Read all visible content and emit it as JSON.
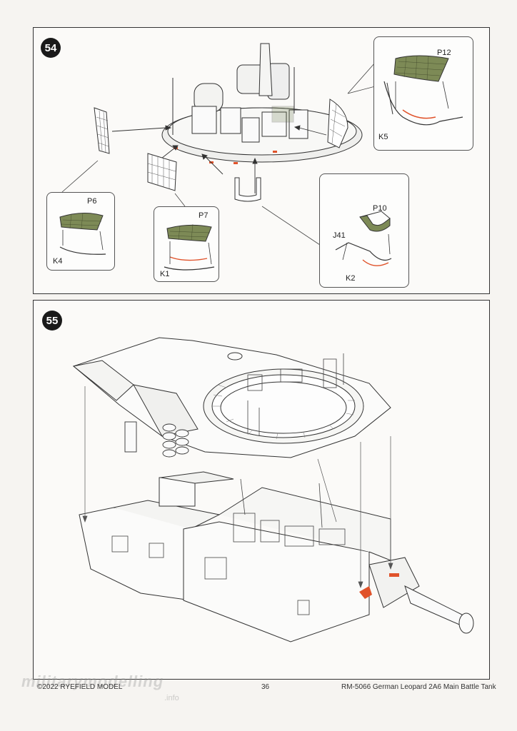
{
  "steps": [
    {
      "number": "54",
      "callouts": [
        {
          "part_top": "P12",
          "part_bottom": "K5"
        },
        {
          "part_top": "P6",
          "part_bottom": "K4"
        },
        {
          "part_top": "P7",
          "part_bottom": "K1"
        },
        {
          "part_top": "P10",
          "part_mid": "J41",
          "part_bottom": "K2"
        }
      ]
    },
    {
      "number": "55"
    }
  ],
  "footer": {
    "copyright": "©2022 RYEFIELD MODEL",
    "page_number": "36",
    "title": "RM-5066 German Leopard 2A6 Main Battle Tank"
  },
  "watermark": {
    "text": "militarymodelling",
    "suffix": ".info"
  },
  "colors": {
    "highlight": "#e0522a",
    "line": "#333333",
    "mesh": "#6b7a4a"
  }
}
